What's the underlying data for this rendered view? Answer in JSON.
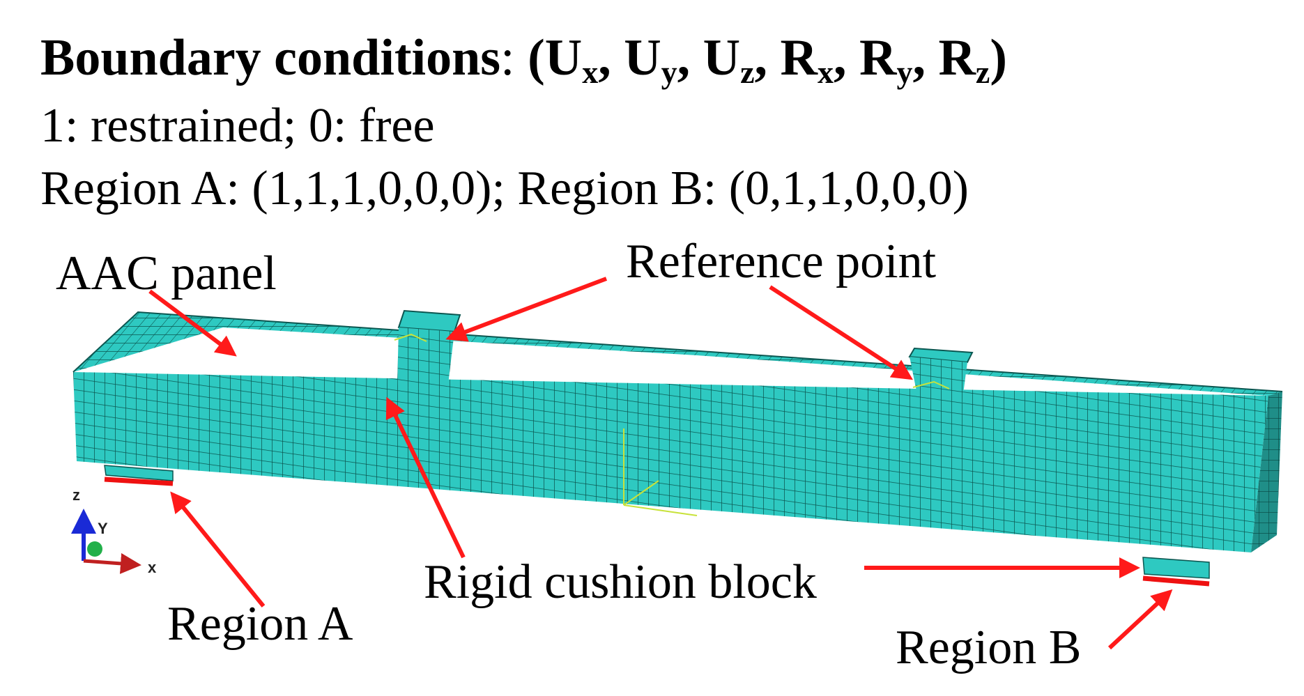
{
  "header": {
    "title_bold": "Boundary conditions",
    "title_colon": ": ",
    "dofs_open": "(",
    "dofs": [
      {
        "base": "U",
        "sub": "x"
      },
      {
        "base": "U",
        "sub": "y"
      },
      {
        "base": "U",
        "sub": "z"
      },
      {
        "base": "R",
        "sub": "x"
      },
      {
        "base": "R",
        "sub": "y"
      },
      {
        "base": "R",
        "sub": "z"
      }
    ],
    "dof_sep": ", ",
    "dofs_close": ")",
    "legend": "1: restrained; 0: free",
    "regions": "Region A: (1,1,1,0,0,0); Region B: (0,1,1,0,0,0)"
  },
  "labels": {
    "aac_panel": "AAC panel",
    "reference_point": "Reference point",
    "rigid_cushion_block": "Rigid cushion block",
    "region_a": "Region A",
    "region_b": "Region B"
  },
  "axes": {
    "z": "z",
    "y": "Y",
    "x": "x"
  },
  "colors": {
    "mesh_fill": "#2ec9c1",
    "mesh_line": "#0b5650",
    "arrow": "#ff1a1a",
    "support": "#ee1111",
    "axis_z": "#1a2ad6",
    "axis_y": "#22b04a",
    "axis_x": "#c02020"
  }
}
